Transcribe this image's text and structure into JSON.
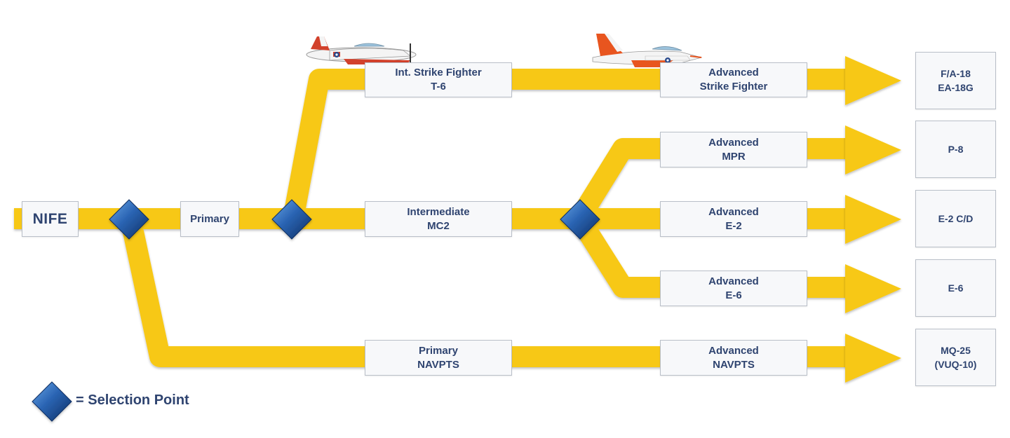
{
  "nodes": {
    "nife": "NIFE",
    "primary": "Primary",
    "int_strike_fighter": [
      "Int. Strike Fighter",
      "T-6"
    ],
    "intermediate_mc2": [
      "Intermediate",
      "MC2"
    ],
    "primary_navpts": [
      "Primary",
      "NAVPTS"
    ],
    "advanced_strike_fighter": [
      "Advanced",
      "Strike Fighter"
    ],
    "advanced_mpr": [
      "Advanced",
      "MPR"
    ],
    "advanced_e2": [
      "Advanced",
      "E-2"
    ],
    "advanced_e6": [
      "Advanced",
      "E-6"
    ],
    "advanced_navpts": [
      "Advanced",
      "NAVPTS"
    ]
  },
  "destinations": {
    "fa18": [
      "F/A-18",
      "EA-18G"
    ],
    "p8": [
      "P-8"
    ],
    "e2cd": [
      "E-2 C/D"
    ],
    "e6": [
      "E-6"
    ],
    "mq25": [
      "MQ-25",
      "(VUQ-10)"
    ]
  },
  "legend": {
    "label": "= Selection Point",
    "icon": "blue-diamond-icon"
  },
  "aircraft": [
    "t6-trainer-aircraft-icon",
    "t45-jet-trainer-aircraft-icon"
  ],
  "colors": {
    "path_yellow": "#f7c815",
    "diamond_blue": "#1d4f9a",
    "box_text": "#2f4470",
    "box_fill": "#f7f8fa",
    "box_border": "#b9bfc8"
  }
}
